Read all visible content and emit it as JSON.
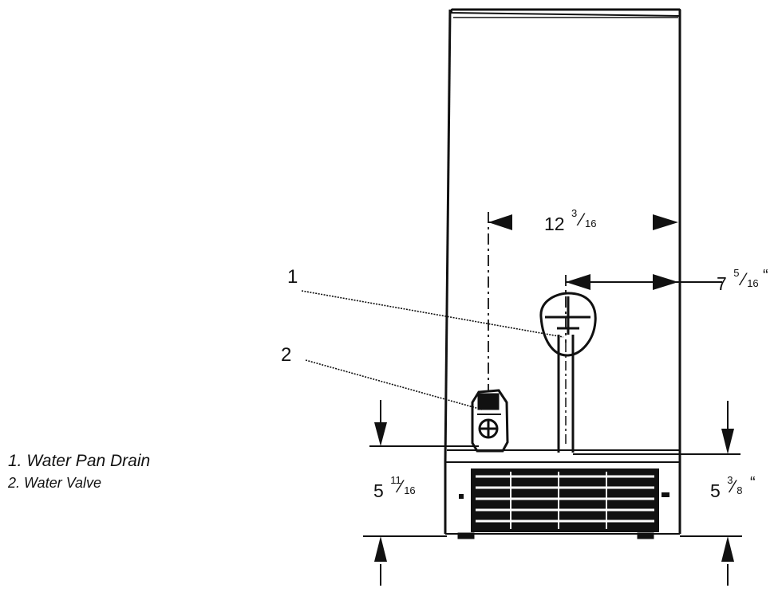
{
  "legend": {
    "item1": "1. Water Pan Drain",
    "item2": "2. Water Valve"
  },
  "callouts": {
    "one": "1",
    "two": "2"
  },
  "dimensions": {
    "top_width": {
      "whole": "12",
      "num": "3",
      "den": "16",
      "suffix": ""
    },
    "drain_offset": {
      "whole": "7",
      "num": "5",
      "den": "16",
      "suffix": "“"
    },
    "valve_height": {
      "whole": "5",
      "num": "11",
      "den": "16",
      "suffix": ""
    },
    "drain_height": {
      "whole": "5",
      "num": "3",
      "den": "8",
      "suffix": "“"
    }
  },
  "colors": {
    "ink": "#111111",
    "background": "#ffffff"
  }
}
